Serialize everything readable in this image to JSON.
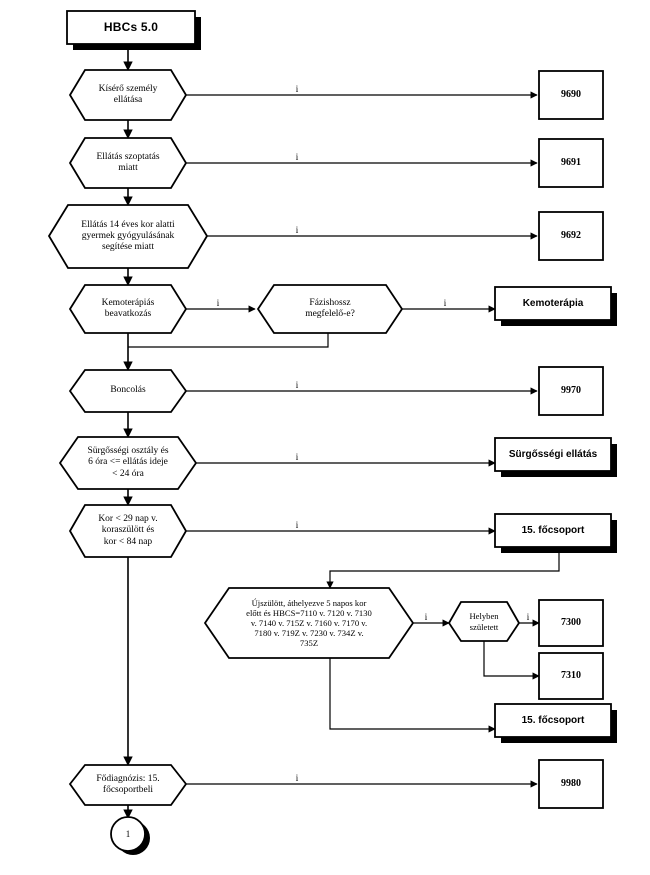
{
  "diagram": {
    "title": "HBCs 5.0",
    "terminal": "1",
    "edge_marker": "i",
    "colors": {
      "stroke": "#000000",
      "fill": "#ffffff",
      "shadow": "#000000"
    },
    "decisions": [
      {
        "id": "kisero",
        "text": "Kísérő személy\nellátása"
      },
      {
        "id": "szoptatas",
        "text": "Ellátás szoptatás\nmiatt"
      },
      {
        "id": "gyermek",
        "text": "Ellátás 14 éves kor alatti\ngyermek gyógyulásának\nsegítése miatt"
      },
      {
        "id": "kemoterapias",
        "text": "Kemoterápiás\nbeavatkozás"
      },
      {
        "id": "fazishossz",
        "text": "Fázishossz\nmegfelelő-e?"
      },
      {
        "id": "boncolas",
        "text": "Boncolás"
      },
      {
        "id": "surgossegi",
        "text": "Sürgősségi osztály és\n6 óra <= ellátás ideje\n< 24 óra"
      },
      {
        "id": "kor29",
        "text": "Kor < 29 nap v.\nkoraszülött és\nkor < 84 nap"
      },
      {
        "id": "ujszulott",
        "text": "Újszülött, áthelyezve 5 napos kor\nelőtt és HBCS=7110 v. 7120 v. 7130\nv. 7140 v. 715Z v. 7160 v. 7170 v.\n7180 v. 719Z v. 7230 v. 734Z v.\n735Z"
      },
      {
        "id": "helyben",
        "text": "Helyben\nszületett"
      },
      {
        "id": "fodiagnozis",
        "text": "Fődiagnózis: 15.\nfőcsoportbeli"
      }
    ],
    "outputs": [
      {
        "id": "o9690",
        "label": "9690",
        "style": "code"
      },
      {
        "id": "o9691",
        "label": "9691",
        "style": "code"
      },
      {
        "id": "o9692",
        "label": "9692",
        "style": "code"
      },
      {
        "id": "okemo",
        "label": "Kemoterápia",
        "style": "bold-shadow"
      },
      {
        "id": "o9970",
        "label": "9970",
        "style": "code"
      },
      {
        "id": "osurg",
        "label": "Sürgősségi ellátás",
        "style": "bold-shadow"
      },
      {
        "id": "ofo15a",
        "label": "15. főcsoport",
        "style": "bold-shadow"
      },
      {
        "id": "o7300",
        "label": "7300",
        "style": "code"
      },
      {
        "id": "o7310",
        "label": "7310",
        "style": "code"
      },
      {
        "id": "ofo15b",
        "label": "15. főcsoport",
        "style": "bold-shadow"
      },
      {
        "id": "o9980",
        "label": "9980",
        "style": "code"
      }
    ]
  }
}
